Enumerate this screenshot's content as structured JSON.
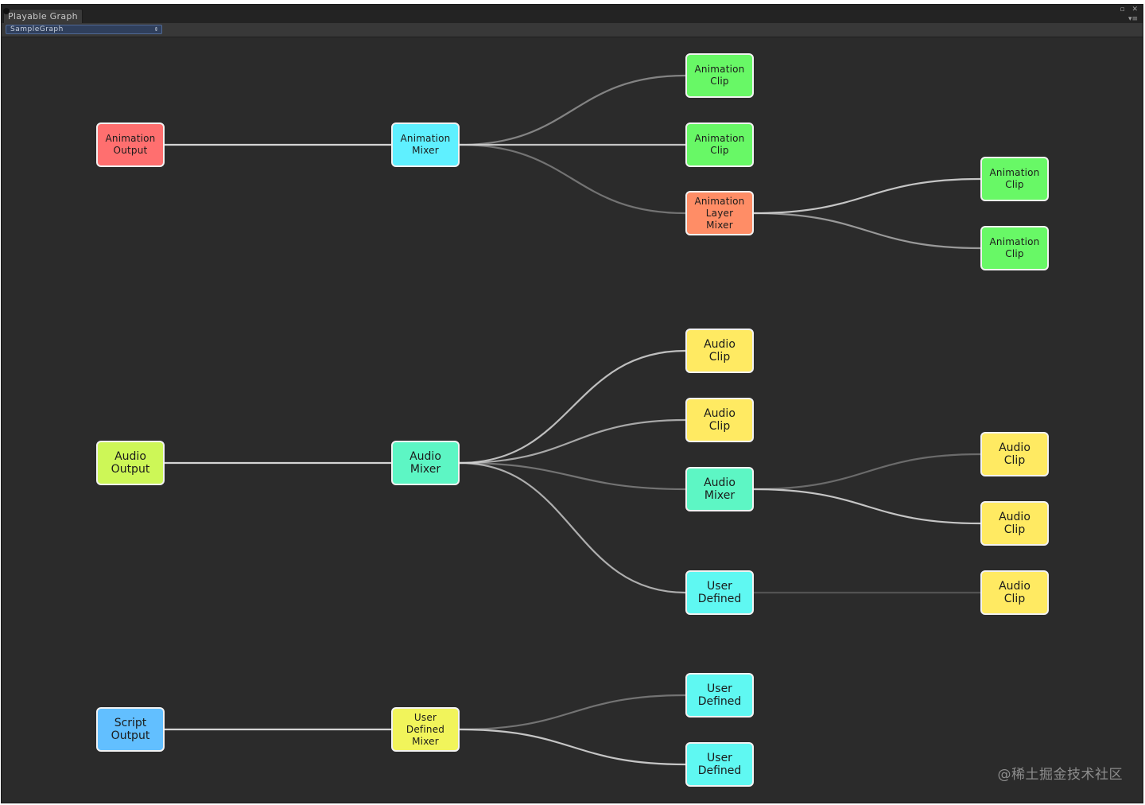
{
  "window": {
    "tab_title": "Playable Graph",
    "controls": [
      "▫",
      "✕"
    ],
    "menu_icon": "▾≡"
  },
  "toolbar": {
    "graph_select_value": "SampleGraph",
    "graph_select_arrow": "⇕"
  },
  "colors": {
    "canvas_bg": "#2b2b2b",
    "edge": "#d4d4d4",
    "animation_output": "#ff6f6f",
    "animation_mixer": "#5ff0ff",
    "animation_clip": "#68f866",
    "animation_layer_mixer": "#ff8d66",
    "audio_output": "#cdf757",
    "audio_mixer": "#5df6c4",
    "audio_clip": "#ffea62",
    "user_defined": "#5ff8f2",
    "script_output": "#62bfff",
    "user_defined_mixer": "#f1f45b"
  },
  "graph": {
    "nodes": [
      {
        "id": "animation-output",
        "label": "Animation\nOutput",
        "color": "#ff6f6f",
        "size": "small"
      },
      {
        "id": "animation-mixer",
        "label": "Animation\nMixer",
        "color": "#5ff0ff",
        "size": "small"
      },
      {
        "id": "animation-clip-1",
        "label": "Animation\nClip",
        "color": "#68f866",
        "size": "small"
      },
      {
        "id": "animation-clip-2",
        "label": "Animation\nClip",
        "color": "#68f866",
        "size": "small"
      },
      {
        "id": "animation-layer-mixer",
        "label": "Animation\nLayer\nMixer",
        "color": "#ff8d66",
        "size": "small"
      },
      {
        "id": "animation-clip-3",
        "label": "Animation\nClip",
        "color": "#68f866",
        "size": "small"
      },
      {
        "id": "animation-clip-4",
        "label": "Animation\nClip",
        "color": "#68f866",
        "size": "small"
      },
      {
        "id": "audio-output",
        "label": "Audio\nOutput",
        "color": "#cdf757",
        "size": "big"
      },
      {
        "id": "audio-mixer-1",
        "label": "Audio\nMixer",
        "color": "#5df6c4",
        "size": "big"
      },
      {
        "id": "audio-clip-1",
        "label": "Audio\nClip",
        "color": "#ffea62",
        "size": "big"
      },
      {
        "id": "audio-clip-2",
        "label": "Audio\nClip",
        "color": "#ffea62",
        "size": "big"
      },
      {
        "id": "audio-mixer-2",
        "label": "Audio\nMixer",
        "color": "#5df6c4",
        "size": "big"
      },
      {
        "id": "user-defined-1",
        "label": "User\nDefined",
        "color": "#5ff8f2",
        "size": "big"
      },
      {
        "id": "audio-clip-3",
        "label": "Audio\nClip",
        "color": "#ffea62",
        "size": "big"
      },
      {
        "id": "audio-clip-4",
        "label": "Audio\nClip",
        "color": "#ffea62",
        "size": "big"
      },
      {
        "id": "audio-clip-5",
        "label": "Audio\nClip",
        "color": "#ffea62",
        "size": "big"
      },
      {
        "id": "script-output",
        "label": "Script\nOutput",
        "color": "#62bfff",
        "size": "big"
      },
      {
        "id": "user-defined-mixer",
        "label": "User\nDefined\nMixer",
        "color": "#f1f45b",
        "size": "small"
      },
      {
        "id": "user-defined-2",
        "label": "User\nDefined",
        "color": "#5ff8f2",
        "size": "big"
      },
      {
        "id": "user-defined-3",
        "label": "User\nDefined",
        "color": "#5ff8f2",
        "size": "big"
      }
    ],
    "edges": [
      {
        "from": "animation-output",
        "to": "animation-mixer",
        "weight": 1.0
      },
      {
        "from": "animation-mixer",
        "to": "animation-clip-1",
        "weight": 0.45
      },
      {
        "from": "animation-mixer",
        "to": "animation-clip-2",
        "weight": 0.9
      },
      {
        "from": "animation-mixer",
        "to": "animation-layer-mixer",
        "weight": 0.35
      },
      {
        "from": "animation-layer-mixer",
        "to": "animation-clip-3",
        "weight": 0.9
      },
      {
        "from": "animation-layer-mixer",
        "to": "animation-clip-4",
        "weight": 0.6
      },
      {
        "from": "audio-output",
        "to": "audio-mixer-1",
        "weight": 1.0
      },
      {
        "from": "audio-mixer-1",
        "to": "audio-clip-1",
        "weight": 0.85
      },
      {
        "from": "audio-mixer-1",
        "to": "audio-clip-2",
        "weight": 0.7
      },
      {
        "from": "audio-mixer-1",
        "to": "audio-mixer-2",
        "weight": 0.35
      },
      {
        "from": "audio-mixer-1",
        "to": "user-defined-1",
        "weight": 0.75
      },
      {
        "from": "audio-mixer-2",
        "to": "audio-clip-3",
        "weight": 0.3
      },
      {
        "from": "audio-mixer-2",
        "to": "audio-clip-4",
        "weight": 0.9
      },
      {
        "from": "user-defined-1",
        "to": "audio-clip-5",
        "weight": 0.12
      },
      {
        "from": "script-output",
        "to": "user-defined-mixer",
        "weight": 1.0
      },
      {
        "from": "user-defined-mixer",
        "to": "user-defined-2",
        "weight": 0.35
      },
      {
        "from": "user-defined-mixer",
        "to": "user-defined-3",
        "weight": 0.9
      }
    ]
  },
  "watermark": "@稀土掘金技术社区"
}
